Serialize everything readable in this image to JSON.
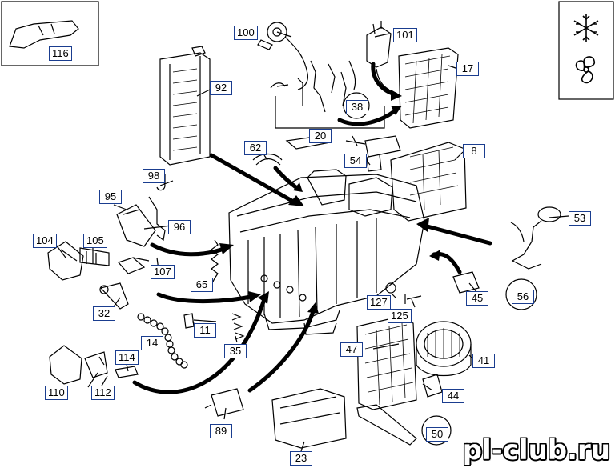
{
  "callouts": [
    {
      "id": "116",
      "label": "116"
    },
    {
      "id": "100",
      "label": "100"
    },
    {
      "id": "101",
      "label": "101"
    },
    {
      "id": "92",
      "label": "92"
    },
    {
      "id": "17",
      "label": "17"
    },
    {
      "id": "38",
      "label": "38"
    },
    {
      "id": "20",
      "label": "20"
    },
    {
      "id": "62",
      "label": "62"
    },
    {
      "id": "54",
      "label": "54"
    },
    {
      "id": "8",
      "label": "8"
    },
    {
      "id": "98",
      "label": "98"
    },
    {
      "id": "95",
      "label": "95"
    },
    {
      "id": "96",
      "label": "96"
    },
    {
      "id": "53",
      "label": "53"
    },
    {
      "id": "104",
      "label": "104"
    },
    {
      "id": "105",
      "label": "105"
    },
    {
      "id": "107",
      "label": "107"
    },
    {
      "id": "65",
      "label": "65"
    },
    {
      "id": "32",
      "label": "32"
    },
    {
      "id": "11",
      "label": "11"
    },
    {
      "id": "127",
      "label": "127"
    },
    {
      "id": "125",
      "label": "125"
    },
    {
      "id": "45",
      "label": "45"
    },
    {
      "id": "56",
      "label": "56"
    },
    {
      "id": "14",
      "label": "14"
    },
    {
      "id": "35",
      "label": "35"
    },
    {
      "id": "114",
      "label": "114"
    },
    {
      "id": "47",
      "label": "47"
    },
    {
      "id": "41",
      "label": "41"
    },
    {
      "id": "110",
      "label": "110"
    },
    {
      "id": "112",
      "label": "112"
    },
    {
      "id": "44",
      "label": "44"
    },
    {
      "id": "89",
      "label": "89"
    },
    {
      "id": "50",
      "label": "50"
    },
    {
      "id": "23",
      "label": "23"
    }
  ],
  "legend_icons": [
    "snowflake-icon",
    "fan-icon"
  ],
  "watermark": "pl-club.ru",
  "colors": {
    "label_border": "#1a3d8f",
    "line": "#000000"
  }
}
